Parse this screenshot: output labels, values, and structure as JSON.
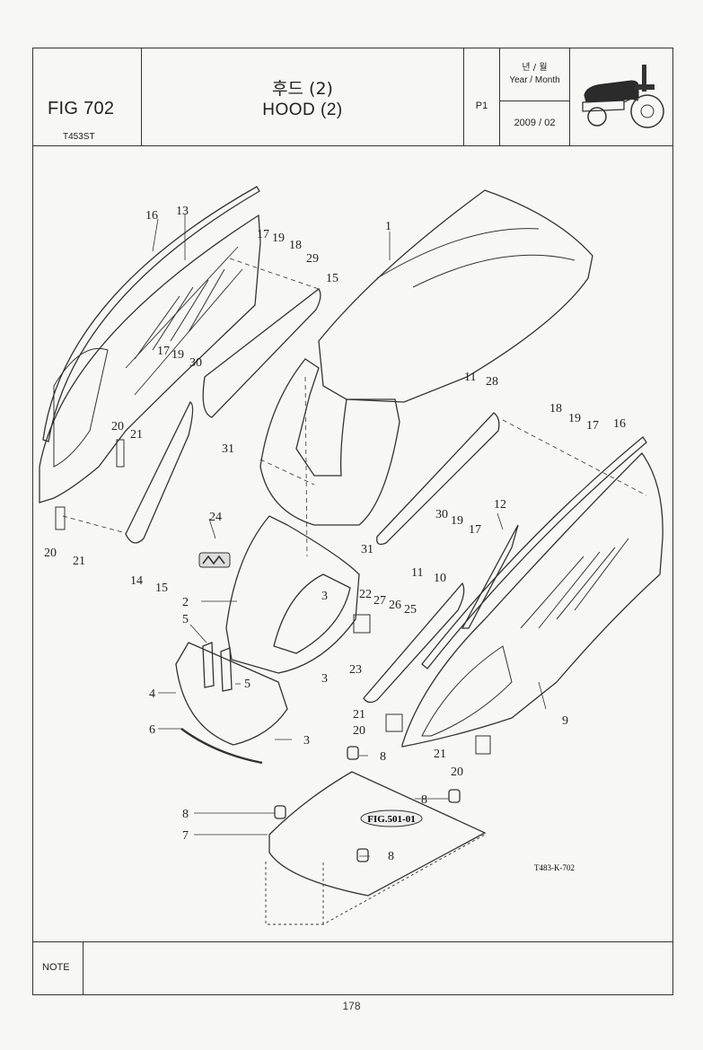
{
  "header": {
    "fig_label": "FIG 702",
    "model_code": "T453ST",
    "title_ko": "후드 (2)",
    "title_en": "HOOD (2)",
    "page_code": "P1",
    "year_month_ko": "년 / 월",
    "year_month_en": "Year / Month",
    "date": "2009 / 02",
    "thumbnail_icon": "tractor-icon"
  },
  "diagram": {
    "reference": "FIG.501-01",
    "drawing_code": "T483-K-702",
    "emblem_icon": "emblem-icon",
    "callouts": [
      "1",
      "2",
      "3",
      "3",
      "3",
      "4",
      "5",
      "5",
      "6",
      "7",
      "8",
      "8",
      "8",
      "8",
      "9",
      "10",
      "11",
      "11",
      "12",
      "13",
      "14",
      "15",
      "15",
      "16",
      "16",
      "17",
      "17",
      "17",
      "17",
      "18",
      "18",
      "19",
      "19",
      "19",
      "19",
      "20",
      "20",
      "20",
      "20",
      "21",
      "21",
      "21",
      "21",
      "22",
      "23",
      "24",
      "25",
      "26",
      "27",
      "28",
      "29",
      "30",
      "30",
      "31",
      "31"
    ]
  },
  "footer": {
    "note_label": "NOTE",
    "page_number": "178"
  }
}
